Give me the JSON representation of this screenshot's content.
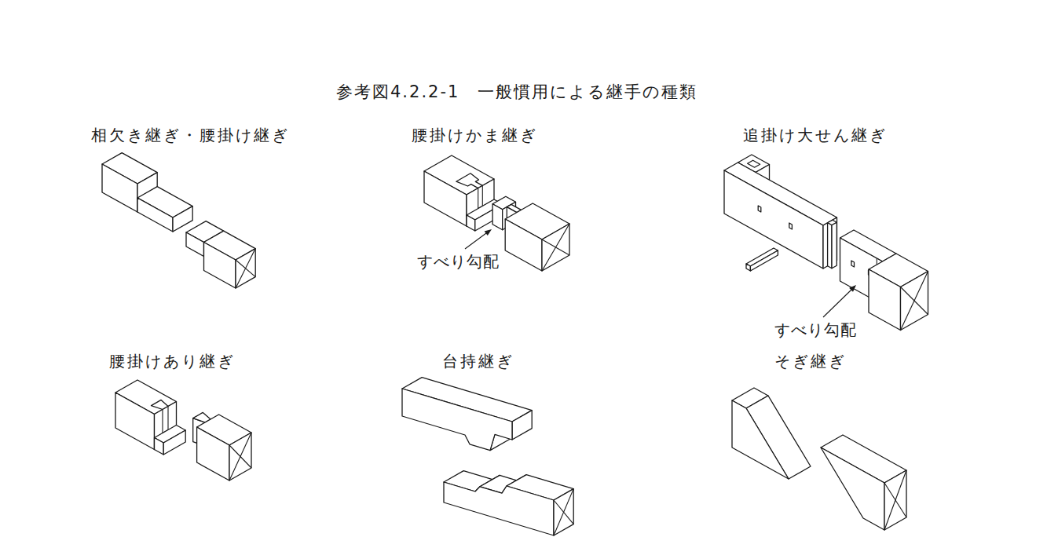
{
  "diagram": {
    "title": "参考図4.2.2-1　一般慣用による継手の種類",
    "labels": [
      "相欠き継ぎ・腰掛け継ぎ",
      "腰掛けかま継ぎ",
      "追掛け大せん継ぎ",
      "腰掛けあり継ぎ",
      "台持継ぎ",
      "そぎ継ぎ",
      "すべり勾配",
      "すべり勾配"
    ]
  }
}
